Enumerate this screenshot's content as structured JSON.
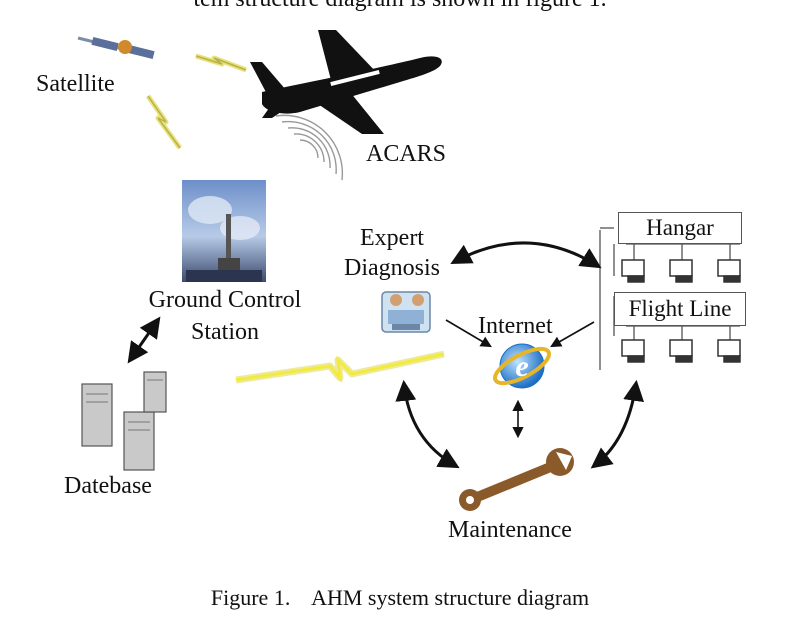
{
  "header_fragment": "tem structure diagram is shown in figure 1.",
  "nodes": {
    "satellite": "Satellite",
    "acars": "ACARS",
    "ground_control": [
      "Ground Control",
      "Station"
    ],
    "expert_diagnosis": [
      "Expert",
      "Diagnosis"
    ],
    "internet": "Internet",
    "hangar": "Hangar",
    "flight_line": "Flight Line",
    "database": "Datebase",
    "maintenance": "Maintenance"
  },
  "caption": "Figure 1.    AHM system structure diagram",
  "colors": {
    "wireless_bolt": "#e8e27a",
    "wireless_bolt_core": "#f2ea3c",
    "arrow": "#111111",
    "sky_photo": "#9bb8de",
    "globe": "#3a8fd8",
    "wrench": "#8a5a2a"
  }
}
